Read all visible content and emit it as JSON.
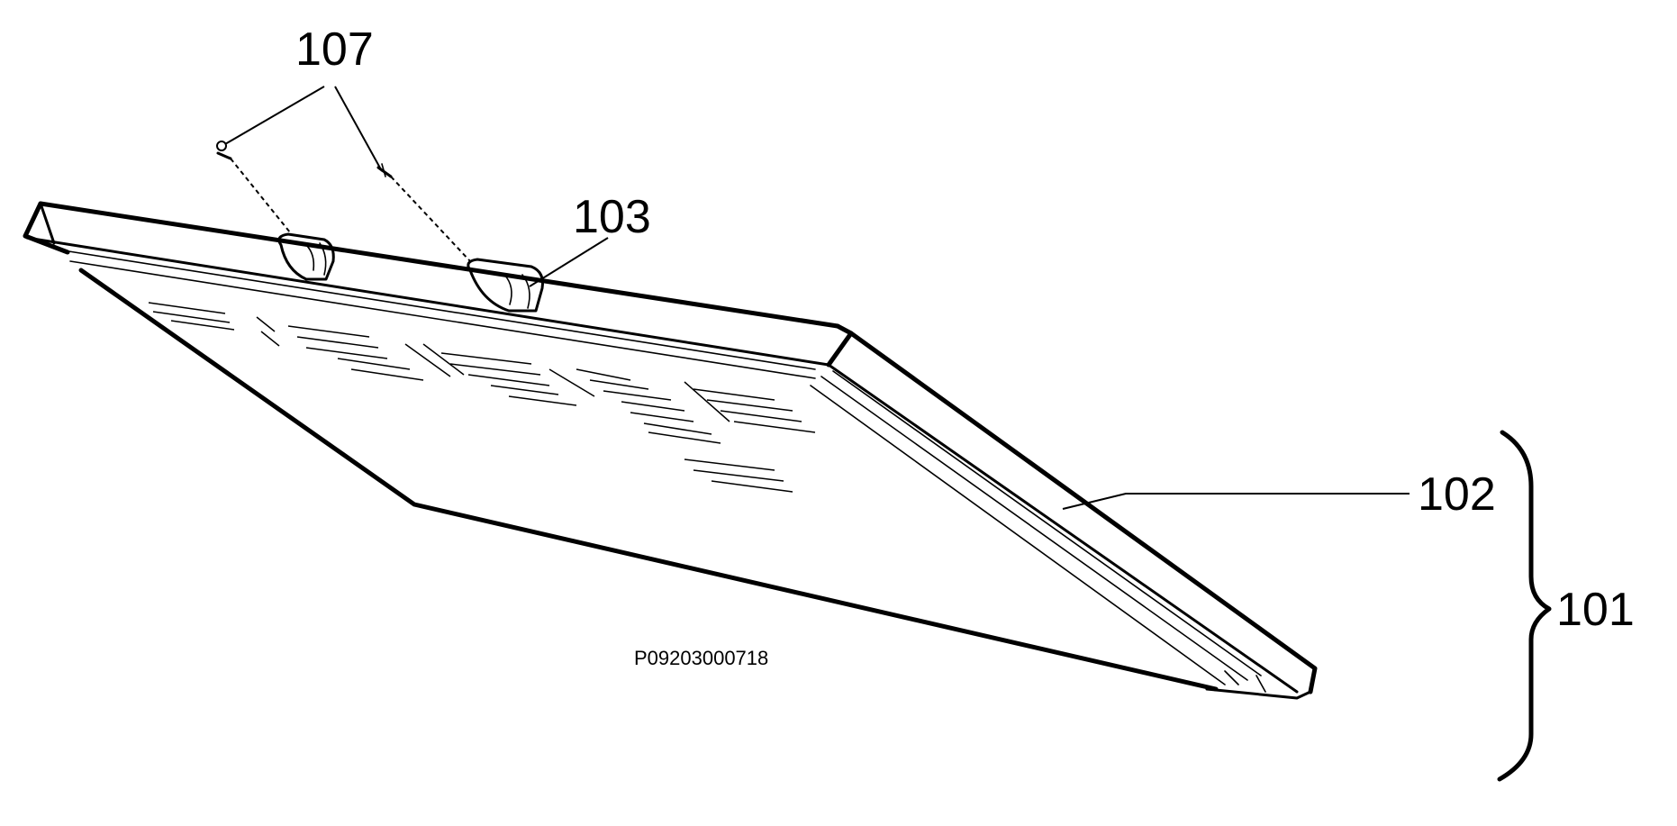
{
  "figure": {
    "labels": {
      "ref_107": "107",
      "ref_103": "103",
      "ref_102": "102",
      "ref_101": "101"
    },
    "document_id": "P09203000718"
  }
}
